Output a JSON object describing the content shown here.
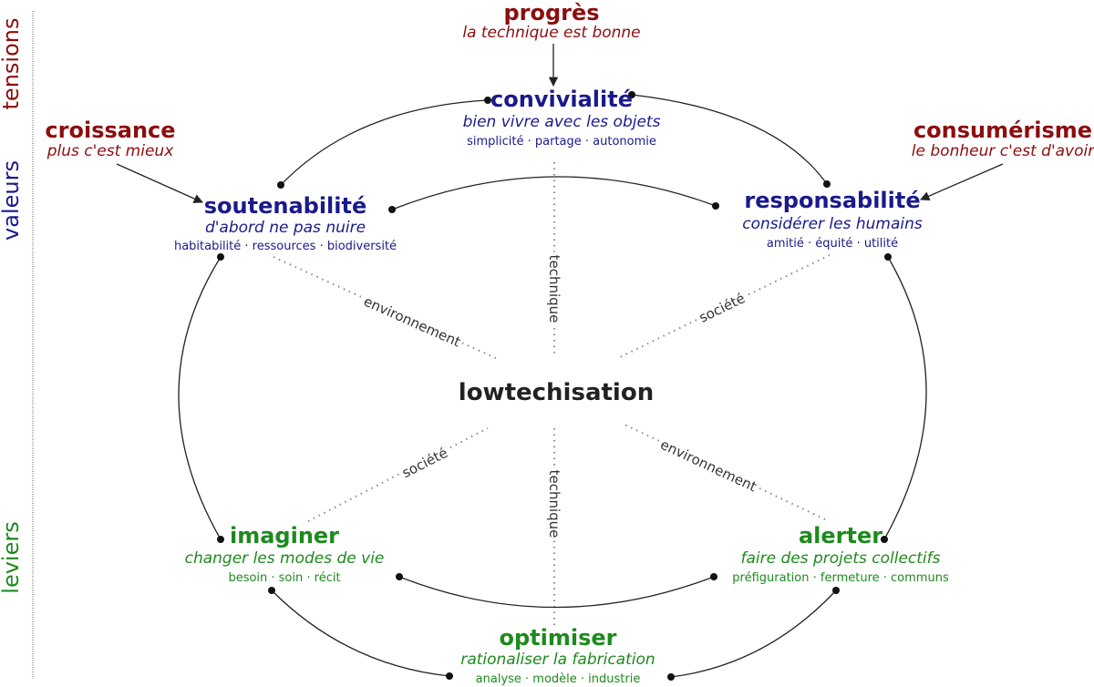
{
  "colors": {
    "tension": "#8b0e0e",
    "value": "#1a1a8c",
    "lever": "#1d8a1d",
    "line": "#222222",
    "dots": "#888888"
  },
  "side_labels": {
    "tensions": "tensions",
    "values": "valeurs",
    "levers": "leviers"
  },
  "center": "lowtechisation",
  "tensions": {
    "progres": {
      "title": "progrès",
      "subtitle": "la technique est bonne"
    },
    "croissance": {
      "title": "croissance",
      "subtitle": "plus c'est mieux"
    },
    "consumerisme": {
      "title": "consumérisme",
      "subtitle": "le bonheur c'est d'avoir"
    }
  },
  "values": {
    "convivialite": {
      "title": "convivialité",
      "subtitle": "bien vivre avec les objets",
      "keywords": "simplicité · partage · autonomie"
    },
    "soutenabilite": {
      "title": "soutenabilité",
      "subtitle": "d'abord ne pas nuire",
      "keywords": "habitabilité · ressources · biodiversité"
    },
    "responsabilite": {
      "title": "responsabilité",
      "subtitle": "considérer les humains",
      "keywords": "amitié · équité · utilité"
    }
  },
  "levers": {
    "imaginer": {
      "title": "imaginer",
      "subtitle": "changer les modes de vie",
      "keywords": "besoin · soin · récit"
    },
    "alerter": {
      "title": "alerter",
      "subtitle": "faire des projets collectifs",
      "keywords": "préfiguration · fermeture · communs"
    },
    "optimiser": {
      "title": "optimiser",
      "subtitle": "rationaliser la fabrication",
      "keywords": "analyse · modèle · industrie"
    }
  },
  "axes": {
    "technique": "technique",
    "environnement": "environnement",
    "societe": "société"
  }
}
